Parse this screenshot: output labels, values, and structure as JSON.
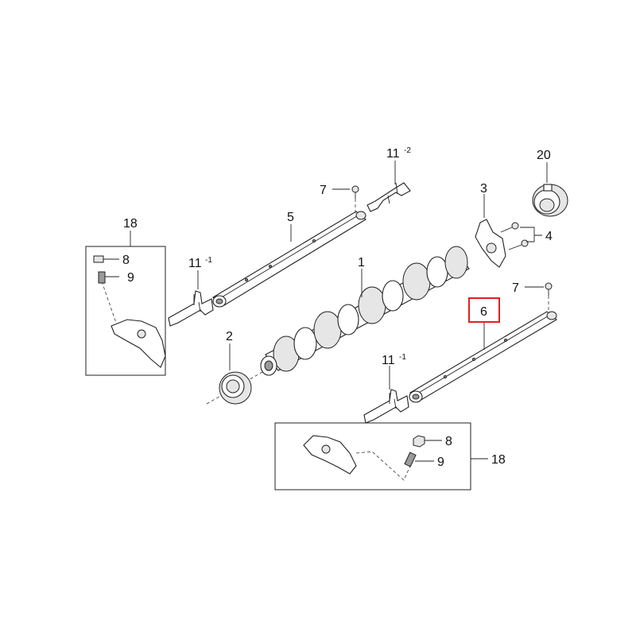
{
  "labels": {
    "camshaft": "1",
    "oil_seal": "2",
    "rocker_bracket": "3",
    "bolts": "4",
    "intake_rocker_shaft": "5",
    "exhaust_rocker_shaft": "6",
    "shaft_bolt_top": "7",
    "shaft_bolt_right": "7",
    "spring_left": "11",
    "spring_left_sup": "-1",
    "spring_top": "11",
    "spring_top_sup": "-2",
    "spring_bottom": "11",
    "spring_bottom_sup": "-1",
    "rocker_kit_left": "18",
    "rocker_kit_right": "18",
    "nut_left": "8",
    "screw_left": "9",
    "nut_right": "8",
    "screw_right": "9",
    "thrust_washer": "20"
  },
  "highlight": {
    "color": "#e02020"
  }
}
